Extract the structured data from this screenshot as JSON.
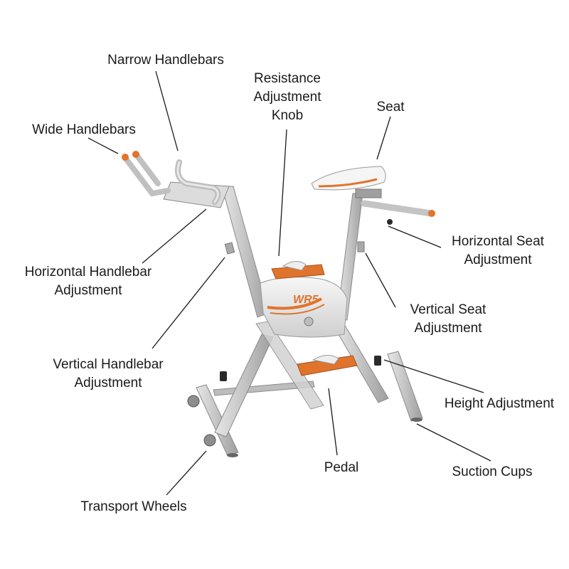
{
  "labels": {
    "narrow_handlebars": "Narrow Handlebars",
    "resistance_adjustment_knob": [
      "Resistance",
      "Adjustment",
      "Knob"
    ],
    "seat": "Seat",
    "wide_handlebars": "Wide Handlebars",
    "horizontal_seat_adjustment": [
      "Horizontal Seat",
      "Adjustment"
    ],
    "horizontal_handlebar_adjustment": [
      "Horizontal Handlebar",
      "Adjustment"
    ],
    "vertical_seat_adjustment": [
      "Vertical Seat",
      "Adjustment"
    ],
    "vertical_handlebar_adjustment": [
      "Vertical Handlebar",
      "Adjustment"
    ],
    "height_adjustment": "Height Adjustment",
    "pedal": "Pedal",
    "suction_cups": "Suction Cups",
    "transport_wheels": "Transport Wheels"
  },
  "product": {
    "logo_text": "WR5"
  },
  "colors": {
    "frame": "#c9c9c9",
    "accent": "#e0742c",
    "line": "#1a1a1a"
  }
}
